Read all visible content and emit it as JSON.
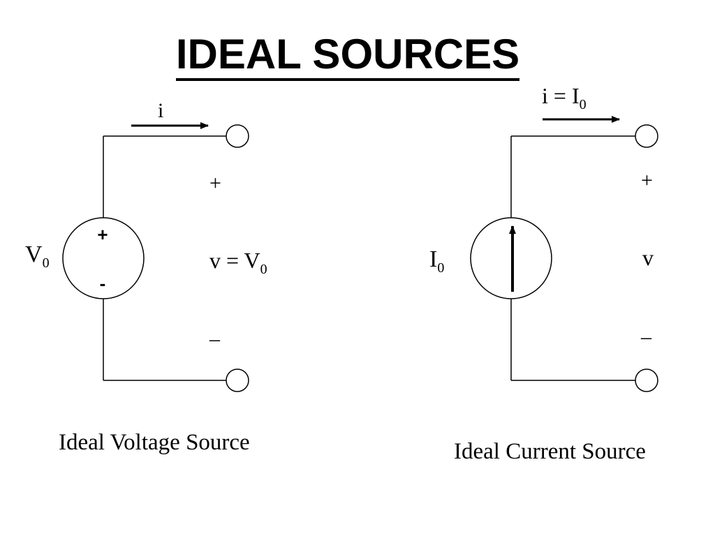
{
  "title": "IDEAL SOURCES",
  "voltage_source": {
    "current_label": "i",
    "source_label_main": "V",
    "source_label_sub": "0",
    "polarity_plus": "+",
    "polarity_minus": "-",
    "terminal_plus": "+",
    "terminal_minus": "–",
    "voltage_eq_main": "v = V",
    "voltage_eq_sub": "0",
    "caption": "Ideal Voltage Source"
  },
  "current_source": {
    "current_eq_main": "i = I",
    "current_eq_sub": "0",
    "source_label_main": "I",
    "source_label_sub": "0",
    "terminal_plus": "+",
    "terminal_voltage": "v",
    "terminal_minus": "–",
    "caption": "Ideal Current Source"
  }
}
